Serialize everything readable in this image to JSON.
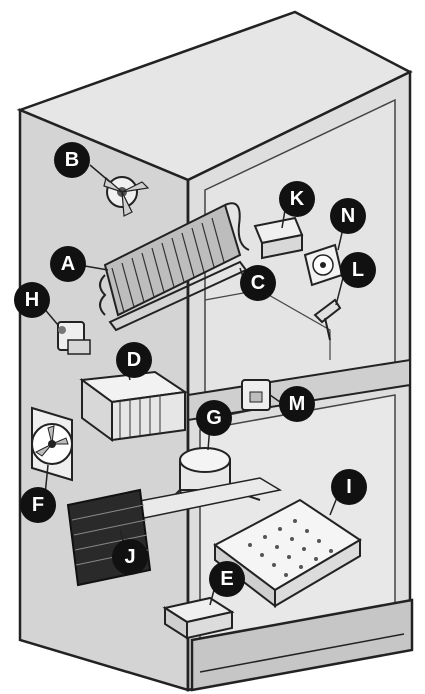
{
  "diagram": {
    "colors": {
      "cabinet_fill": "#dcdcdc",
      "cabinet_dark": "#b9b9b9",
      "outline": "#222222",
      "badge": "#111111",
      "badge_text": "#ffffff",
      "part_fill": "#f4f4f4"
    },
    "callouts": {
      "A": "A",
      "B": "B",
      "C": "C",
      "D": "D",
      "E": "E",
      "F": "F",
      "G": "G",
      "H": "H",
      "I": "I",
      "J": "J",
      "K": "K",
      "L": "L",
      "M": "M",
      "N": "N"
    }
  }
}
